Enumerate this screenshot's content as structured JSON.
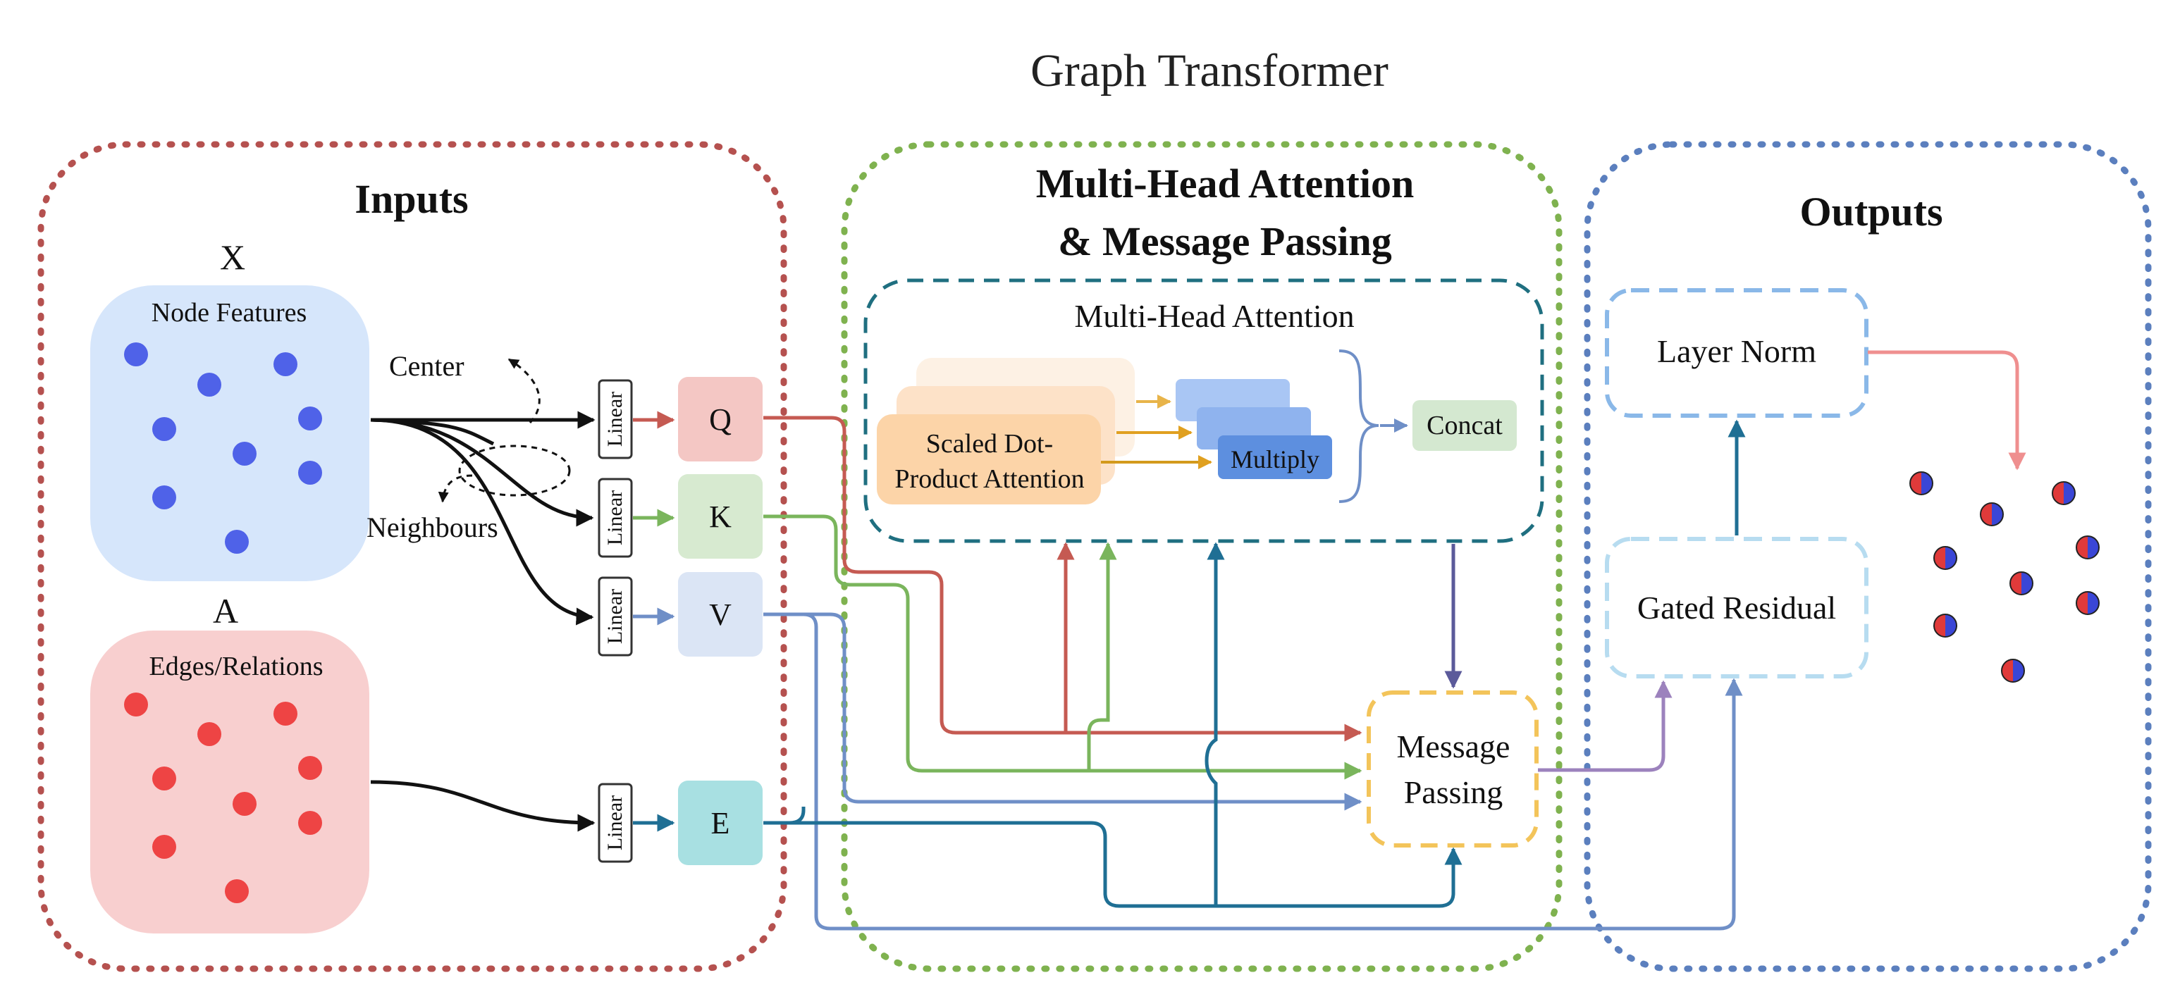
{
  "title": "Graph Transformer",
  "inputs": {
    "heading": "Inputs",
    "x_symbol": "X",
    "node_features_label": "Node Features",
    "a_symbol": "A",
    "edges_label": "Edges/Relations",
    "center_label": "Center",
    "neighbours_label": "Neighbours",
    "linear_label": "Linear"
  },
  "projections": {
    "q": "Q",
    "k": "K",
    "v": "V",
    "e": "E"
  },
  "mha": {
    "heading_line1": "Multi-Head Attention",
    "heading_line2": "& Message Passing",
    "inner_title": "Multi-Head Attention",
    "sdpa_line1": "Scaled Dot-",
    "sdpa_line2": "Product Attention",
    "multiply_label": "Multiply",
    "concat_label": "Concat",
    "message_passing_line1": "Message",
    "message_passing_line2": "Passing"
  },
  "outputs": {
    "heading": "Outputs",
    "layer_norm_label": "Layer Norm",
    "gated_residual_label": "Gated Residual"
  },
  "colors": {
    "inputs_border": "#b5514f",
    "mha_border": "#7fb24f",
    "outputs_border": "#5b7fbe",
    "node_blue": "#4f62e8",
    "node_red": "#ee4444",
    "query": "#c55a52",
    "key": "#7ab55c",
    "value": "#6f8fc7",
    "edge": "#1f6f94",
    "message": "#9c82bd",
    "layer_norm_arrow": "#ef8f8f"
  }
}
